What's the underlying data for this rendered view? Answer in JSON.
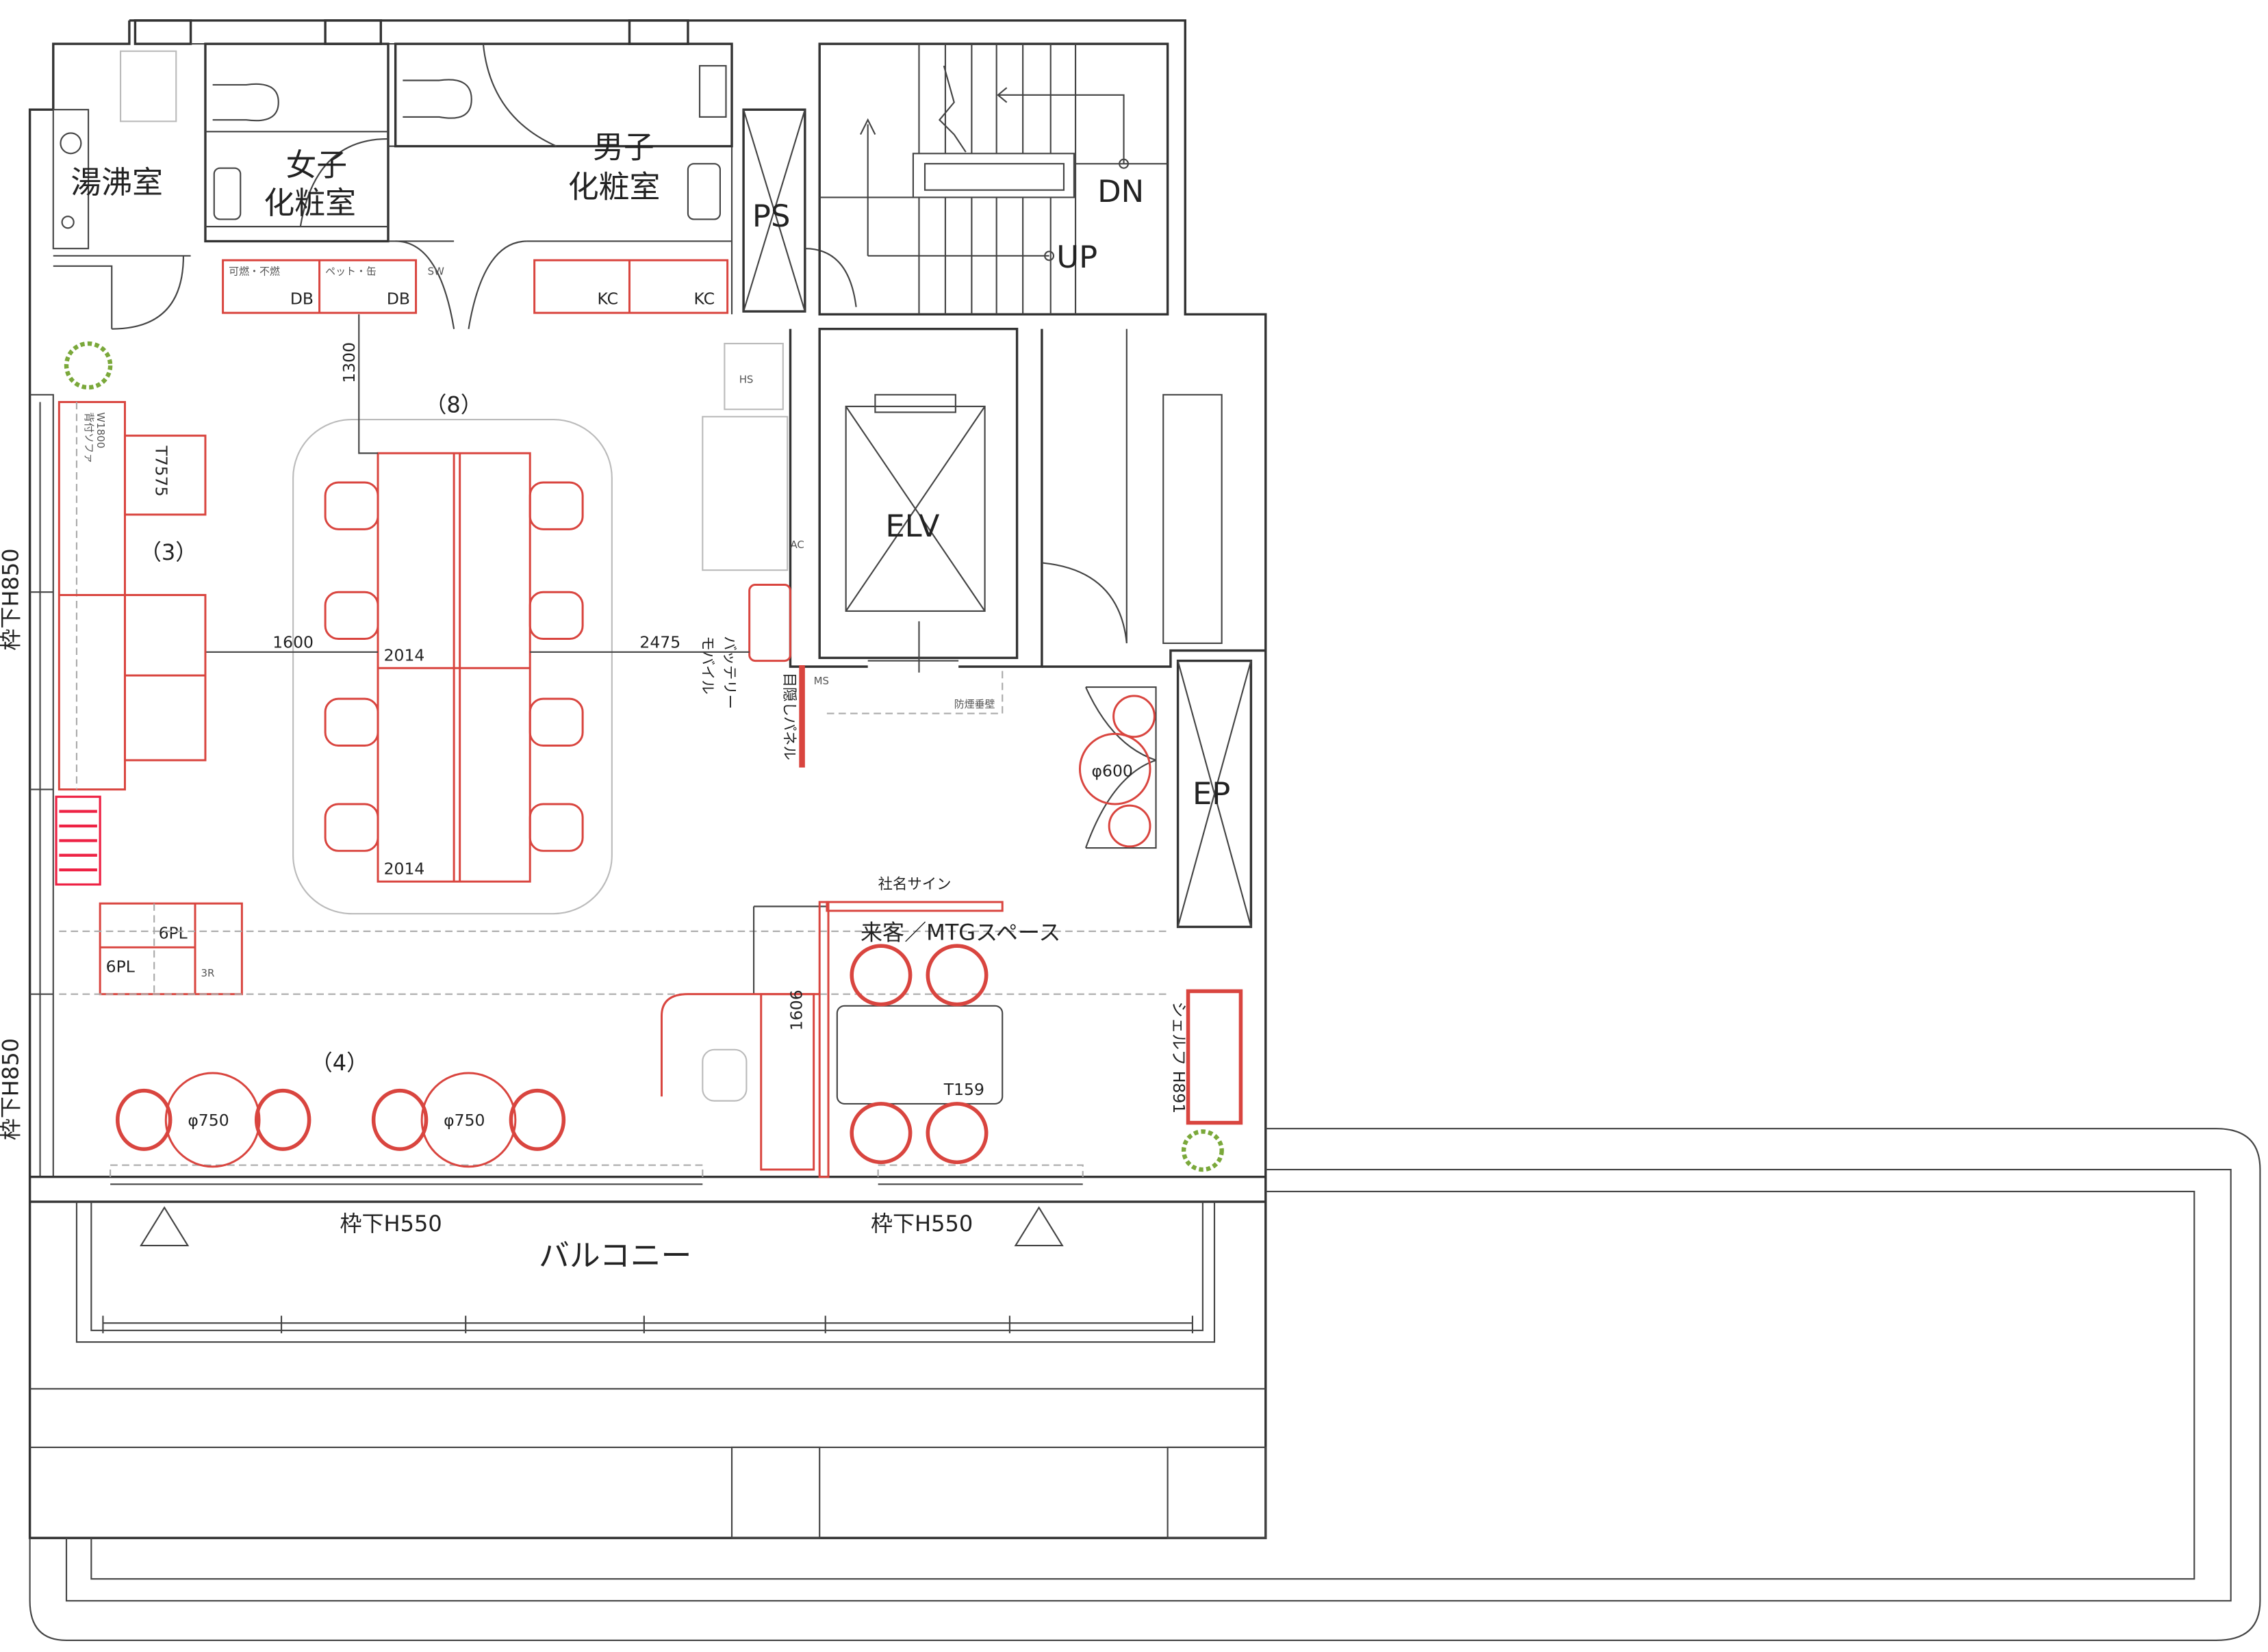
{
  "rooms": {
    "kitchenette": "湯沸室",
    "womens_restroom": [
      "女子",
      "化粧室"
    ],
    "mens_restroom": [
      "男子",
      "化粧室"
    ],
    "pipe_shaft": "PS",
    "elevator": "ELV",
    "electrical_pipe_shaft": "EP",
    "balcony": "バルコニー",
    "meeting_space": "来客／MTGスペース"
  },
  "stairs": {
    "down": "DN",
    "up": "UP"
  },
  "labels": {
    "seats_8": "（8）",
    "seats_3": "（3）",
    "seats_4": "（4）",
    "dim_1300": "1300",
    "dim_1600": "1600",
    "dim_2475": "2475",
    "dim_1606": "1606",
    "desk_2014_a": "2014",
    "desk_2014_b": "2014",
    "table_t7575": "T7575",
    "sofa": [
      "背付ソファ",
      "W1800"
    ],
    "cabinet_6pl_a": "6PL",
    "cabinet_6pl_b": "6PL",
    "cabinet_3r": "3R",
    "round_table_a": "φ750",
    "round_table_b": "φ750",
    "round_table_c": "φ600",
    "meeting_table": "T159",
    "shelf": "シェルフ H891",
    "company_sign": "社名サイン",
    "mobile_battery": [
      "モバイル",
      "バッテリー"
    ],
    "screen_panel": "目隠しパネル",
    "smoke_barrier": "防煙垂壁",
    "window_sill_left_top": "枠下H850",
    "window_sill_left_bottom": "枠下H850",
    "window_sill_balcony_left": "枠下H550",
    "window_sill_balcony_right": "枠下H550",
    "db_a": "DB",
    "db_b": "DB",
    "kc_a": "KC",
    "kc_b": "KC",
    "sw": "SW",
    "waste_burnable": "可燃・不燃",
    "waste_cans": "ペット・缶",
    "ac": "AC",
    "ms": "MS",
    "hs": "HS"
  },
  "colors": {
    "wall": "#333333",
    "furniture_new": "#d9453f",
    "existing": "#bbbbbb",
    "plant": "#7aa83a"
  }
}
